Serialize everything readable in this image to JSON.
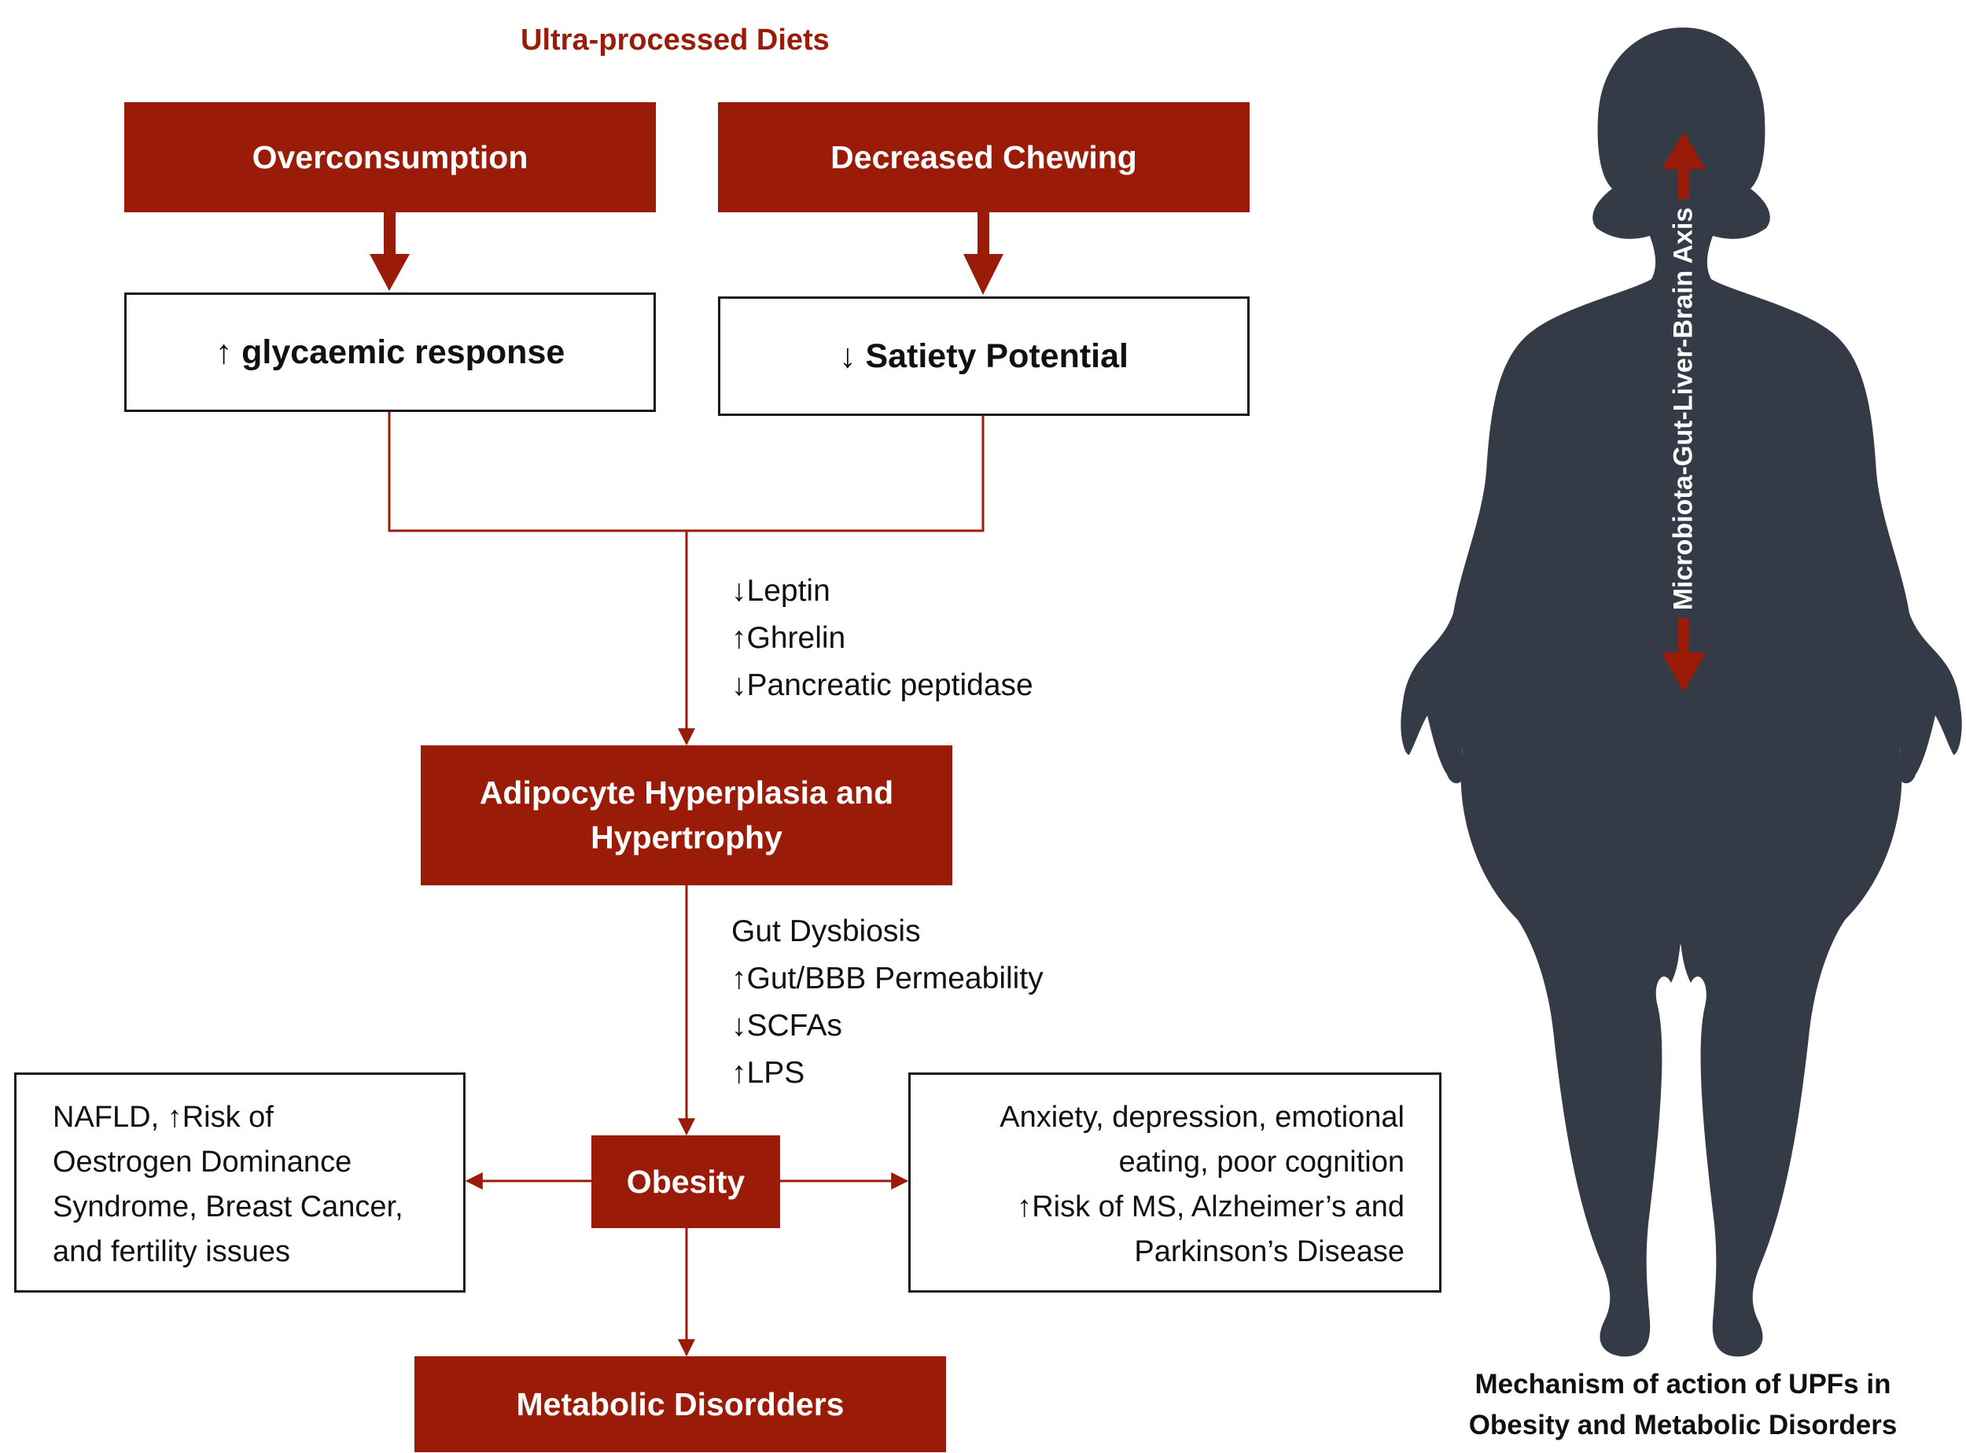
{
  "header": {
    "title": "Ultra-processed Diets"
  },
  "boxes": {
    "overconsumption": "Overconsumption",
    "decreased_chewing": "Decreased Chewing",
    "glycaemic_response": "↑ glycaemic response",
    "satiety_potential": "↓ Satiety Potential",
    "adipocyte": [
      "Adipocyte Hyperplasia and",
      "Hypertrophy"
    ],
    "obesity": "Obesity",
    "metabolic": "Metabolic Disordders"
  },
  "hormones": [
    "↓Leptin",
    "↑Ghrelin",
    "↓Pancreatic peptidase"
  ],
  "gut_effects": [
    "Gut Dysbiosis",
    "↑Gut/BBB Permeability",
    "↓SCFAs",
    "↑LPS"
  ],
  "left_outcomes": [
    "NAFLD, ↑Risk of",
    "Oestrogen Dominance",
    "Syndrome, Breast Cancer,",
    "and fertility issues"
  ],
  "right_outcomes": [
    "Anxiety, depression, emotional",
    "eating, poor cognition",
    "↑Risk of MS, Alzheimer’s and",
    "Parkinson’s Disease"
  ],
  "figure": {
    "axis_label": "Microbiota-Gut-Liver-Brain Axis",
    "caption": [
      "Mechanism of action of UPFs in",
      "Obesity and Metabolic Disorders"
    ]
  },
  "colors": {
    "accent": "#9a1c08",
    "silhouette": "#353a47",
    "border": "#1a1a1a"
  }
}
